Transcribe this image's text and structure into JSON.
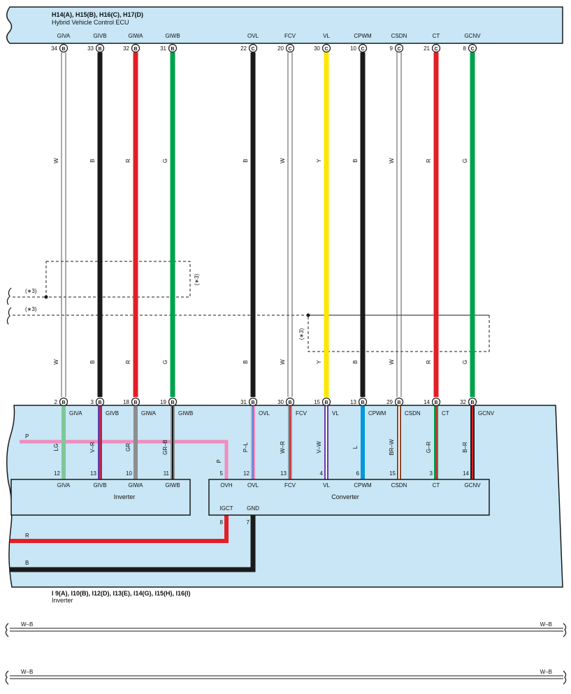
{
  "ecu": {
    "connectors": "H14(A), H15(B), H16(C), H17(D)",
    "name": "Hybrid Vehicle Control ECU"
  },
  "inverter_block": {
    "connectors": "I 9(A), I10(B), I12(D), I13(E), I14(G), I15(H), I16(I)",
    "name": "Inverter"
  },
  "inverter_box_label": "Inverter",
  "converter_box_label": "Converter",
  "shield_note": "(∗3)",
  "wires": [
    {
      "id": "giva",
      "signal": "GIVA",
      "ecu_pin": "34",
      "ecu_conn": "B",
      "color": "W",
      "hex": "#ffffff",
      "inv_pin": "2",
      "inv_conn": "B",
      "inv_signal": "GIVA",
      "int_color": "LG",
      "int_hex": "#7fc79a",
      "int_pin": "12",
      "int_term": "GIVA"
    },
    {
      "id": "givb",
      "signal": "GIVB",
      "ecu_pin": "33",
      "ecu_conn": "B",
      "color": "B",
      "hex": "#1a1a1a",
      "inv_pin": "3",
      "inv_conn": "B",
      "inv_signal": "GIVB",
      "int_color": "V–R",
      "int_hex": "#6a3aa0",
      "int_stripe": "#e31f26",
      "int_pin": "13",
      "int_term": "GIVB"
    },
    {
      "id": "giwa",
      "signal": "GIWA",
      "ecu_pin": "32",
      "ecu_conn": "B",
      "color": "R",
      "hex": "#e31f26",
      "inv_pin": "18",
      "inv_conn": "B",
      "inv_signal": "GIWA",
      "int_color": "GR",
      "int_hex": "#8e8e8e",
      "int_pin": "10",
      "int_term": "GIWA"
    },
    {
      "id": "giwb",
      "signal": "GIWB",
      "ecu_pin": "31",
      "ecu_conn": "B",
      "color": "G",
      "hex": "#00a14b",
      "inv_pin": "19",
      "inv_conn": "B",
      "inv_signal": "GIWB",
      "int_color": "GR–B",
      "int_hex": "#8e8e8e",
      "int_stripe": "#1a1a1a",
      "int_pin": "11",
      "int_term": "GIWB"
    },
    {
      "id": "ovl",
      "signal": "OVL",
      "ecu_pin": "22",
      "ecu_conn": "C",
      "color": "B",
      "hex": "#1a1a1a",
      "inv_pin": "31",
      "inv_conn": "B",
      "inv_signal": "OVL",
      "int_color": "P–L",
      "int_hex": "#f08cc0",
      "int_stripe": "#3b8fd6",
      "int_pin": "12",
      "int_term": "OVL"
    },
    {
      "id": "fcv",
      "signal": "FCV",
      "ecu_pin": "20",
      "ecu_conn": "C",
      "color": "W",
      "hex": "#ffffff",
      "inv_pin": "30",
      "inv_conn": "B",
      "inv_signal": "FCV",
      "int_color": "W–R",
      "int_hex": "#ffffff",
      "int_stripe": "#e31f26",
      "int_pin": "13",
      "int_term": "FCV"
    },
    {
      "id": "vl",
      "signal": "VL",
      "ecu_pin": "30",
      "ecu_conn": "C",
      "color": "Y",
      "hex": "#ffe600",
      "inv_pin": "15",
      "inv_conn": "B",
      "inv_signal": "VL",
      "int_color": "V–W",
      "int_hex": "#6a3aa0",
      "int_stripe": "#ffffff",
      "int_pin": "4",
      "int_term": "VL"
    },
    {
      "id": "cpwm",
      "signal": "CPWM",
      "ecu_pin": "10",
      "ecu_conn": "C",
      "color": "B",
      "hex": "#1a1a1a",
      "inv_pin": "13",
      "inv_conn": "B",
      "inv_signal": "CPWM",
      "int_color": "L",
      "int_hex": "#0098d8",
      "int_pin": "6",
      "int_term": "CPWM"
    },
    {
      "id": "csdn",
      "signal": "CSDN",
      "ecu_pin": "9",
      "ecu_conn": "C",
      "color": "W",
      "hex": "#ffffff",
      "inv_pin": "29",
      "inv_conn": "B",
      "inv_signal": "CSDN",
      "int_color": "BR–W",
      "int_hex": "#8b4a2b",
      "int_stripe": "#ffffff",
      "int_pin": "15",
      "int_term": "CSDN"
    },
    {
      "id": "ct",
      "signal": "CT",
      "ecu_pin": "21",
      "ecu_conn": "C",
      "color": "R",
      "hex": "#e31f26",
      "inv_pin": "14",
      "inv_conn": "B",
      "inv_signal": "CT",
      "int_color": "G–R",
      "int_hex": "#00a14b",
      "int_stripe": "#e31f26",
      "int_pin": "3",
      "int_term": "CT"
    },
    {
      "id": "gcnv",
      "signal": "GCNV",
      "ecu_pin": "8",
      "ecu_conn": "C",
      "color": "G",
      "hex": "#00a14b",
      "inv_pin": "32",
      "inv_conn": "B",
      "inv_signal": "GCNV",
      "int_color": "B–R",
      "int_hex": "#1a1a1a",
      "int_stripe": "#e31f26",
      "int_pin": "14",
      "int_term": "GCNV"
    }
  ],
  "internal": {
    "ovh": {
      "color": "P",
      "hex": "#f08cc0",
      "pin": "5",
      "term": "OVH"
    },
    "igct": {
      "color": "R",
      "hex": "#e31f26",
      "pin": "8",
      "term": "IGCT"
    },
    "gnd": {
      "color": "B",
      "hex": "#1a1a1a",
      "pin": "7",
      "term": "GND"
    }
  },
  "bus_lines": [
    {
      "left_label": "W–B",
      "right_label": "W–B"
    },
    {
      "left_label": "W–B",
      "right_label": "W–B"
    }
  ],
  "colors": {
    "panel": "#c8e6f5",
    "outline": "#1a1a1a"
  }
}
